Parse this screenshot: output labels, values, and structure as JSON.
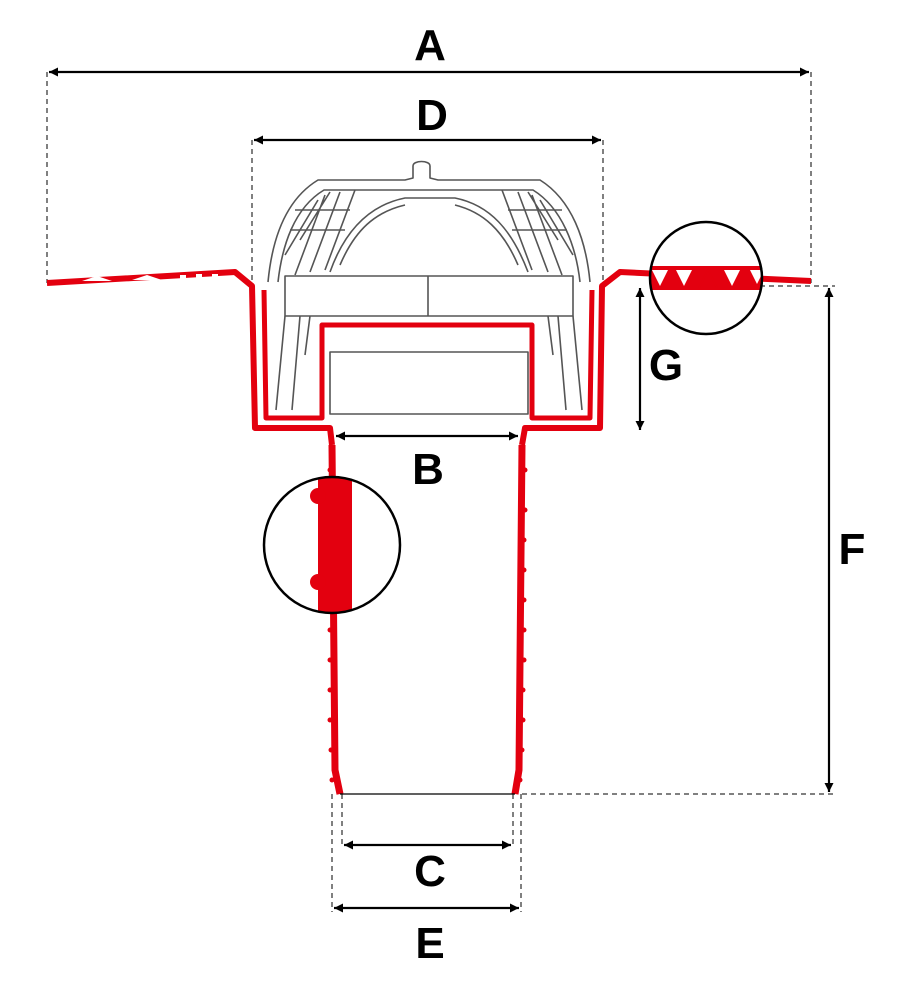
{
  "colors": {
    "product": "#e3000f",
    "dome": "#555555",
    "dimension": "#000000",
    "background": "#ffffff"
  },
  "labels": {
    "a": "A",
    "b": "B",
    "c": "C",
    "d": "D",
    "e": "E",
    "f": "F",
    "g": "G"
  }
}
